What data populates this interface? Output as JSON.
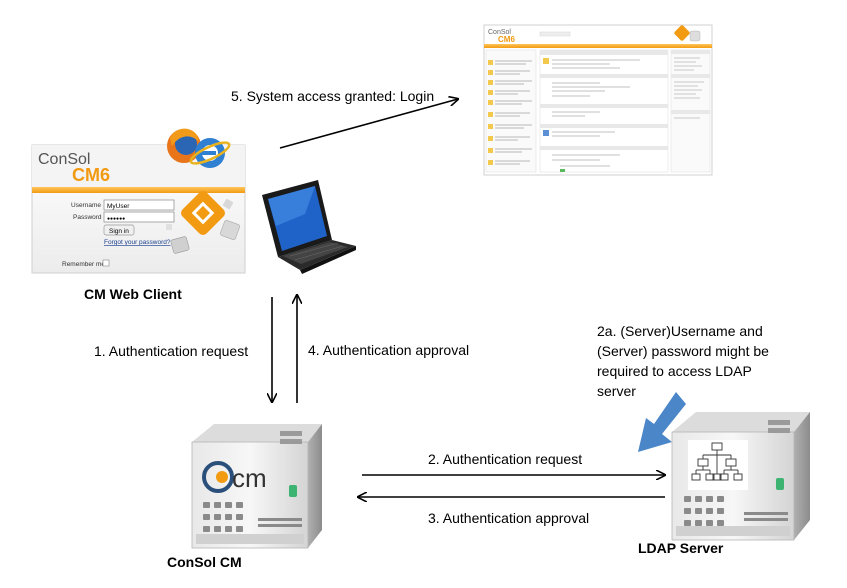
{
  "login_window": {
    "brand_top": "ConSol",
    "brand_bottom": "CM6",
    "username_label": "Username",
    "username_value": "MyUser",
    "password_label": "Password",
    "password_value": "●●●●●●",
    "sign_in_label": "Sign in",
    "forgot_label": "Forgot your password?",
    "remember_label": "Remember me"
  },
  "nodes": {
    "web_client": "CM Web Client",
    "consol_cm": "ConSol CM",
    "ldap_server": "LDAP Server",
    "cm_logo_text": "cm"
  },
  "arrows": {
    "step1": "1. Authentication request",
    "step2": "2. Authentication request",
    "step3": "3. Authentication approval",
    "step4": "4. Authentication approval",
    "step5": "5. System access granted: Login"
  },
  "note": {
    "line1": "2a. (Server)Username and",
    "line2": "(Server) password might be",
    "line3": "required to access LDAP",
    "line4": "server"
  },
  "app_screenshot": {
    "brand_top": "ConSol",
    "brand_bottom": "CM6"
  },
  "colors": {
    "orange": "#f5a623",
    "blue_arrow": "#4a86c8",
    "server_gray": "#c8c8c8"
  }
}
